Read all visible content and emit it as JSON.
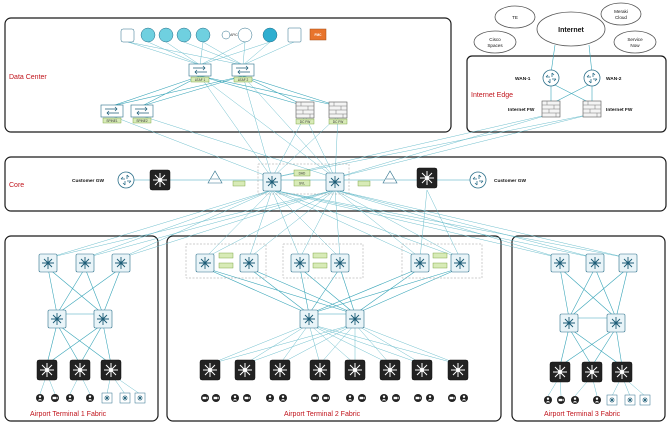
{
  "zones": {
    "data_center": "Data Center",
    "internet_edge": "Internet Edge",
    "core": "Core",
    "terminal1": "Airport Terminal 1 Fabric",
    "terminal2": "Airport Terminal 2 Fabric",
    "terminal3": "Airport Terminal 3 Fabric"
  },
  "clouds": {
    "te": "TE",
    "internet": "Internet",
    "meraki": [
      "Meraki",
      "Cloud"
    ],
    "cisco_spaces": [
      "Cisco",
      "Spaces"
    ],
    "service_now": [
      "Service",
      "Now"
    ]
  },
  "edge": {
    "wan1": "WAN-1",
    "wan2": "WAN-2",
    "fw1": "Internet FW",
    "fw2": "Internet FW"
  },
  "core": {
    "customer_gw_left": "Customer GW",
    "customer_gw_right": "Customer GW",
    "dad": "DAD",
    "svl": "SVL"
  },
  "data_center": {
    "apic": "APIC",
    "fmc": "FMC",
    "leaf1": "LEAF 1",
    "leaf2": "LEAF 2",
    "spine1": "SPINE1",
    "spine2": "SPINE2",
    "dc_fw1": "DC FW",
    "dc_fw2": "DC FW"
  },
  "colors": {
    "zone_label": "#c0141c",
    "link": "#3aa6b9",
    "device_outline": "#2b6f8a",
    "green_tag": "#d8ebb7",
    "fmc_box": "#e8742c"
  },
  "icons": {
    "router": "router-icon",
    "switch": "switch-icon",
    "firewall": "firewall-icon",
    "edge_switch": "edge-switch-icon",
    "user": "user-icon",
    "camera": "camera-icon",
    "access_point": "access-point-icon"
  }
}
